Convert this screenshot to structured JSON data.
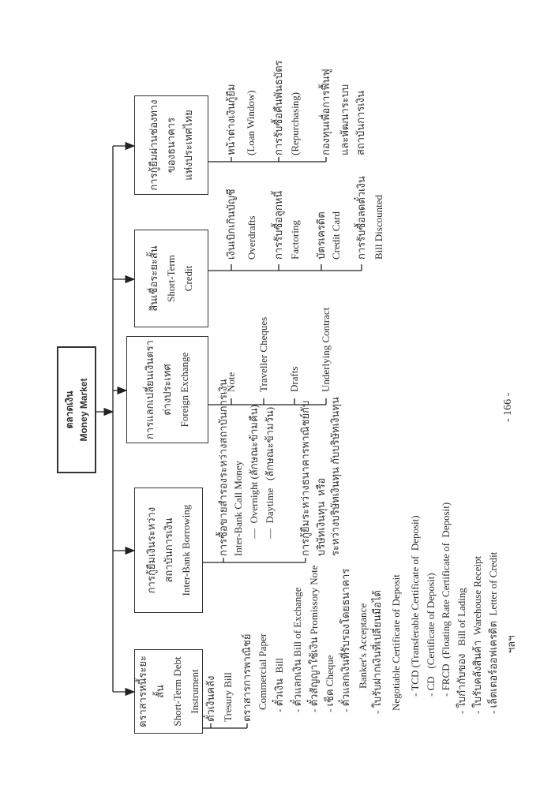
{
  "root": {
    "line1": "ตลาดเงิน",
    "line2": "Money Market"
  },
  "categories": [
    {
      "lines": [
        "ตราสารหนี้ระยะสั้น",
        "Short-Term Debt",
        "Instrument"
      ],
      "items": [
        "ตั๋วเงินคลัง",
        "Tresury Bill",
        "ตราสารการพาณิชย์",
        "Commercial Paper",
        "- ตั๋วเงิน  Bill",
        "- ตั๋วแลกเงิน Bill of Exchange",
        "- ตั๋วสัญญาใช้เงิน Promissory Note",
        "- เช็ค Cheque",
        "- ตั๋วแลกเงินที่รับรองโดยธนาคาร",
        "Banker's Acceptance",
        "- ใบรับฝากเงินที่เปลี่ยนมือได้",
        "Negotiable Certificate of Deposit",
        "- TCD (Transferable Certificate of  Deposit)",
        "- CD   (Certificate of Deposit)",
        "- FRCD  (Floating Rate Certificate of  Deposit)",
        "- ใบกำกับของ   Bill of Lading",
        "- ใบรับคลังสินค้า  Warehouse Receipt",
        "- เล็ตเตอร์ออฟเครดิต  Letter of Credit",
        "ฯลฯ"
      ]
    },
    {
      "lines": [
        "การกู้ยืมเงินระหว่าง",
        "สถาบันการเงิน",
        "Inter-Bank Borrowing"
      ],
      "items": [
        "การซื้อขายสำรองระหว่างสถาบันการเงิน",
        "Inter-Bank Call Money",
        "—  Overnight (ลักษณะข้ามคืน)",
        "—  Daytime   (ลักษณะข้ามวัน)",
        "การกู้ยืมระหว่างธนาคารพาณิชย์กับ",
        "บริษัทเงินทุน  หรือ",
        "ระหว่างบริษัทเงินทุน กับบริษัทเงินทุน"
      ]
    },
    {
      "lines": [
        "การแลกเปลี่ยนเงินตรา",
        "ต่างประเทศ",
        "Foreign Exchange"
      ],
      "items": [
        "Note",
        "Traveller Cheques",
        "Drafts",
        "Underlying Contract"
      ]
    },
    {
      "lines": [
        "สินเชื่อระยะสั้น",
        "Short-Term",
        "Credit"
      ],
      "items": [
        "เงินเบิกเกินบัญชี",
        "Overdrafts",
        "การรับซื้อลูกหนี้",
        "Factoring",
        "บัตรเครดิต",
        "Credit Card",
        "การรับซื้อลดตั๋วเงิน",
        "Bill Discounted"
      ]
    },
    {
      "lines": [
        "การกู้ยืมผ่านช่องทาง",
        "ของธนาคาร",
        "แห่งประเทศไทย"
      ],
      "items": [
        "หน้าต่างเงินกู้ยืม",
        "(Loan Window)",
        "การรับซื้อคืนพันธบัตร",
        "(Repurchasing)",
        "กองทุนเพื่อการฟื้นฟู",
        "และพัฒนาระบบ",
        "สถาบันการเงิน"
      ]
    }
  ],
  "page_number": "- 166 -"
}
